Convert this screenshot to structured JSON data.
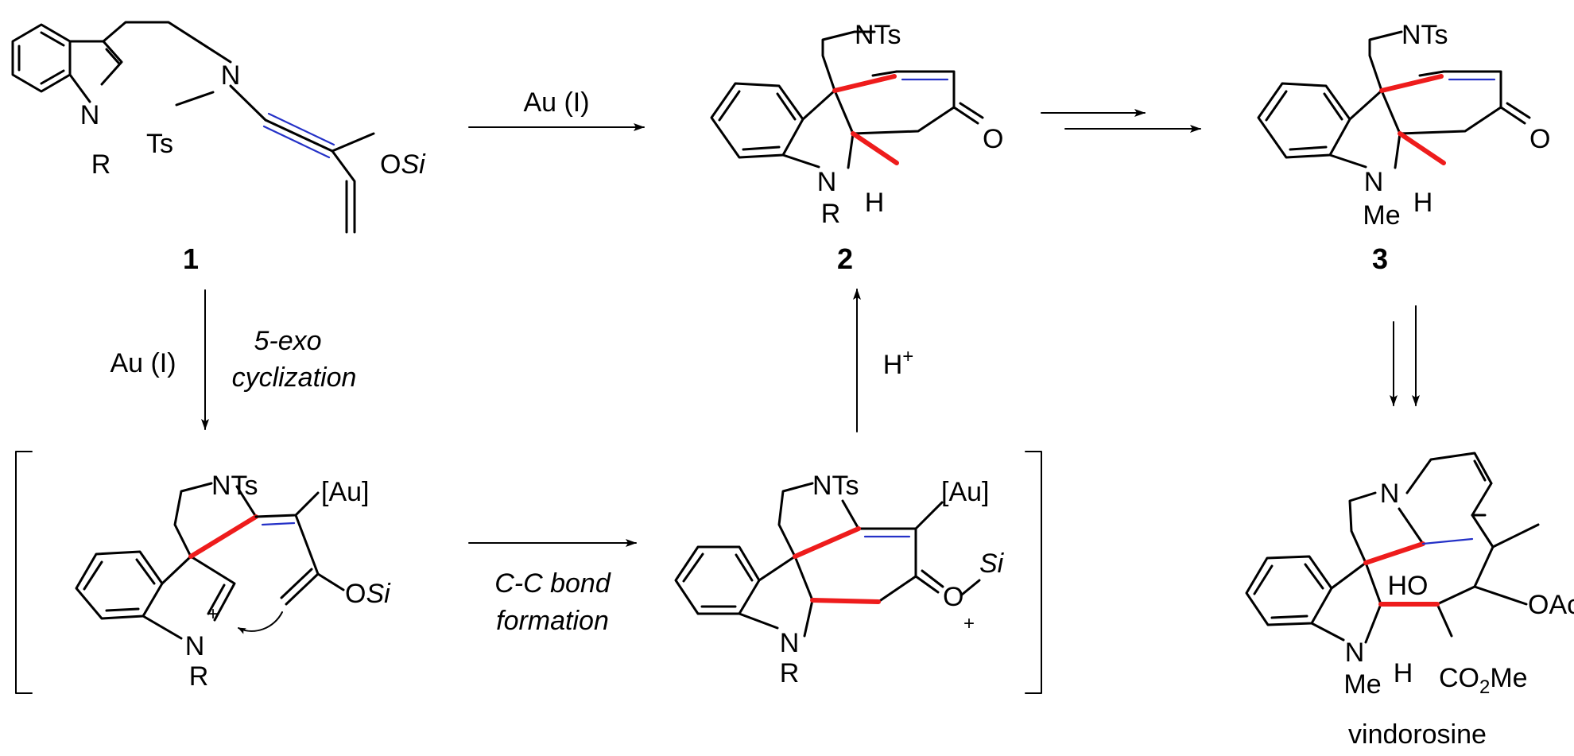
{
  "compounds": {
    "c1": {
      "number": "1",
      "R": "R",
      "N": "N",
      "Ts": "Ts",
      "OSi": "OSi",
      "O": "O",
      "Si": "Si"
    },
    "c2": {
      "number": "2",
      "NTs": "NTs",
      "O": "O",
      "N": "N",
      "R": "R",
      "H": "H"
    },
    "c3": {
      "number": "3",
      "NTs": "NTs",
      "O": "O",
      "N": "N",
      "Me": "Me",
      "H": "H"
    },
    "int1": {
      "NTs": "NTs",
      "Au": "[Au]",
      "O": "O",
      "Si": "Si",
      "N": "N",
      "plus": "+",
      "R": "R"
    },
    "int2": {
      "NTs": "NTs",
      "Au": "[Au]",
      "O": "O",
      "Si": "Si",
      "plus": "+",
      "N": "N",
      "R": "R"
    },
    "vindorosine": {
      "name": "vindorosine",
      "N_top": "N",
      "HO": "HO",
      "OAc": "OAc",
      "N": "N",
      "Me": "Me",
      "H": "H",
      "CO2Me_a": "CO",
      "CO2Me_sub": "2",
      "CO2Me_b": "Me"
    }
  },
  "arrows": {
    "a1_to_2": {
      "reagent": "Au (I)"
    },
    "a2_to_3": {
      "reagent": ""
    },
    "a1_down": {
      "reagent": "Au (I)",
      "note1": "5-exo",
      "note2": "cyclization"
    },
    "a_cc": {
      "note1": "C-C bond",
      "note2": "formation"
    },
    "a_up": {
      "reagent_base": "H",
      "reagent_sup": "+"
    },
    "a3_down": {
      "reagent": ""
    }
  },
  "colors": {
    "bond": "#000000",
    "new_bond": "#ee1c1c",
    "alkyne_highlight": "#2431c7"
  }
}
